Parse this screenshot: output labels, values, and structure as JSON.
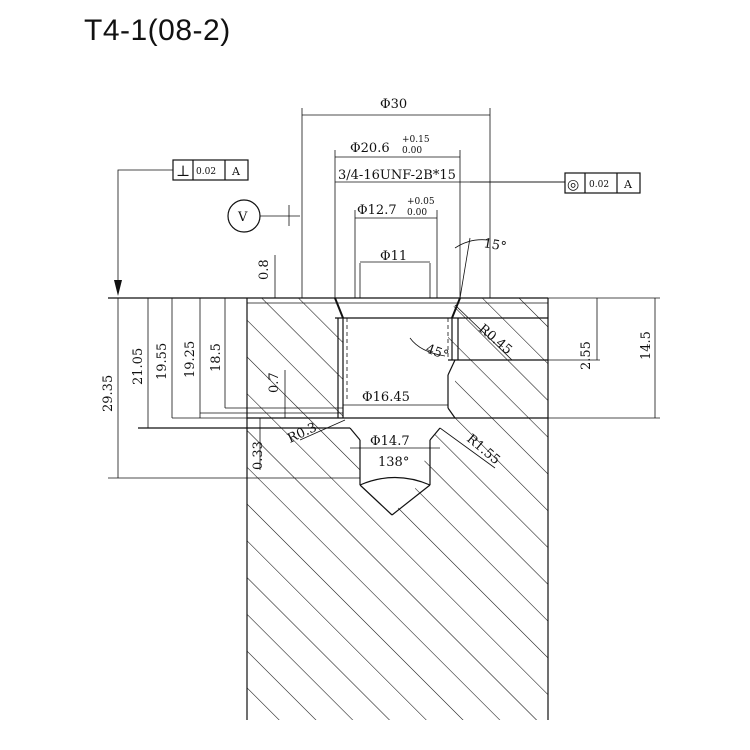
{
  "title": "T4-1(08-2)",
  "gdt": {
    "perpendicularity": {
      "symbol": "⊥",
      "tolerance": "0.02",
      "datum": "A"
    },
    "concentricity": {
      "symbol": "◎",
      "tolerance": "0.02",
      "datum": "A"
    },
    "datum_marker": "V"
  },
  "dimensions": {
    "d30": "Φ30",
    "d206": "Φ20.6",
    "d206_tol_upper": "+0.15",
    "d206_tol_lower": "0.00",
    "thread": "3/4-16UNF-2B*15",
    "d127": "Φ12.7",
    "d127_tol_upper": "+0.05",
    "d127_tol_lower": "0.00",
    "d11": "Φ11",
    "angle15": "15°",
    "v08": "0.8",
    "r045": "R0.45",
    "a45": "45°",
    "v255": "2.55",
    "v145": "14.5",
    "v2935": "29.35",
    "v2105": "21.05",
    "v1955": "19.55",
    "v1925": "19.25",
    "v185": "18.5",
    "v07": "0.7",
    "d1645": "Φ16.45",
    "r03": "R0.3",
    "v033": "0.33",
    "d147": "Φ14.7",
    "r155": "R1.55",
    "a138": "138°"
  }
}
